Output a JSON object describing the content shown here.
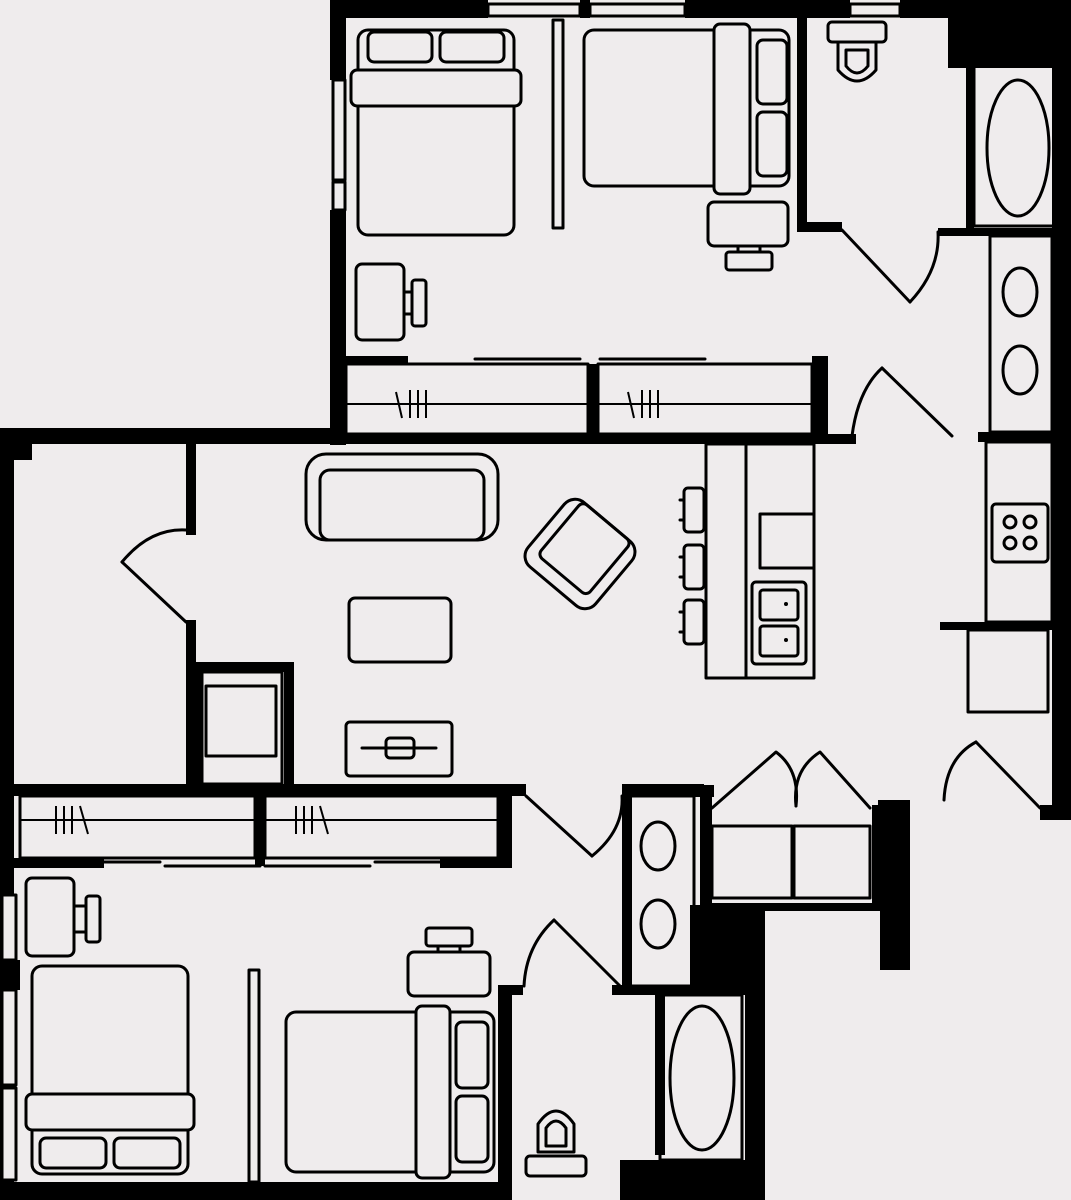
{
  "floor_plan": {
    "background": "#efeced",
    "ink": "#000000",
    "rooms": [
      "bedroom-top",
      "bathroom-top",
      "living-room",
      "kitchen",
      "bedroom-bottom",
      "bathroom-bottom"
    ]
  }
}
